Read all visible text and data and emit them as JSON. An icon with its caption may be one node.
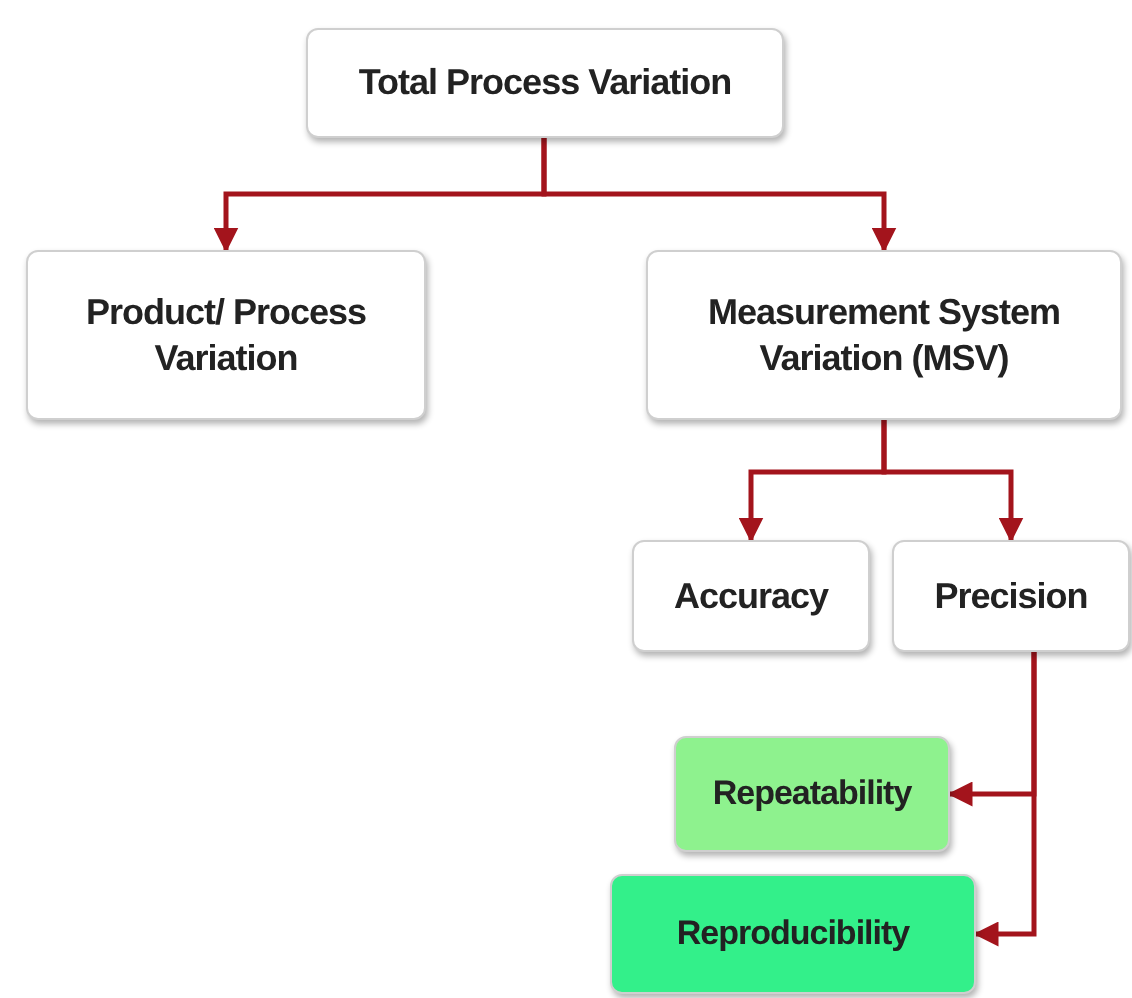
{
  "diagram": {
    "nodes": [
      {
        "text": [
          "Total Process Variation"
        ]
      },
      {
        "text": [
          "Product/ Process Variation"
        ]
      },
      {
        "text": [
          "Measurement System Variation (MSV)"
        ]
      },
      {
        "text": [
          "Accuracy"
        ]
      },
      {
        "text": [
          "Precision"
        ]
      },
      {
        "text": [
          "Repeatability"
        ]
      },
      {
        "text": [
          "Reproducibility"
        ]
      }
    ],
    "edges": [
      {
        "from": 0,
        "to": 1,
        "arrow": "to"
      },
      {
        "from": 0,
        "to": 2,
        "arrow": "to"
      },
      {
        "from": 2,
        "to": 3,
        "arrow": "to"
      },
      {
        "from": 2,
        "to": 4,
        "arrow": "to"
      },
      {
        "from": 4,
        "to": 5,
        "arrow": "to"
      },
      {
        "from": 4,
        "to": 6,
        "arrow": "to"
      }
    ]
  }
}
